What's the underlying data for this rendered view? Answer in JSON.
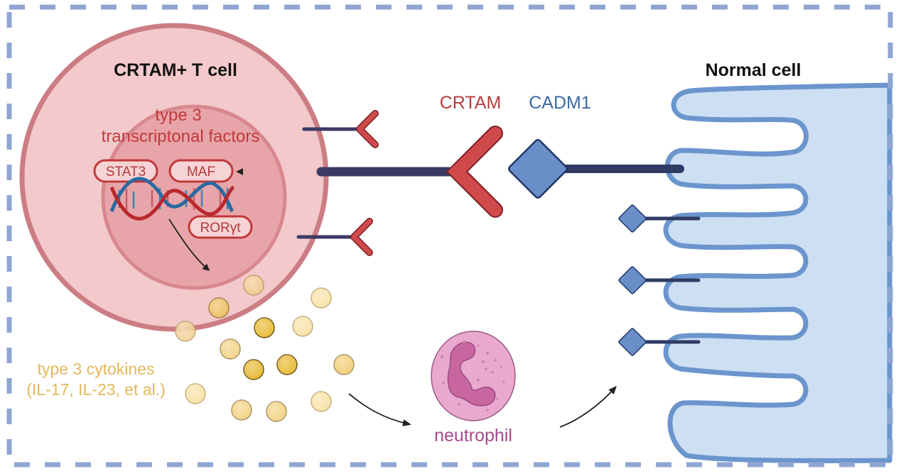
{
  "figure": {
    "t_cell": {
      "title": "CRTAM+ T cell",
      "nucleus_label_line1": "type 3",
      "nucleus_label_line2": "transcriptonal factors",
      "transcription_factors": [
        "STAT3",
        "MAF",
        "RORγt"
      ]
    },
    "receptors": {
      "crtam_label": "CRTAM",
      "cadm1_label": "CADM1"
    },
    "normal_cell": {
      "title": "Normal cell"
    },
    "cytokines": {
      "label_line1": "type 3 cytokines",
      "label_line2": "(IL-17, IL-23, et al.)"
    },
    "neutrophil": {
      "label": "neutrophil"
    },
    "colors": {
      "border_dash": "#8fa6d3",
      "t_cell_fill": "#f3c9cb",
      "t_cell_stroke": "#cc7d84",
      "nucleus_fill": "#e8a5a9",
      "crtam_red": "#d04a4b",
      "cadm1_blue": "#6a8ec8",
      "stem_navy": "#2f3b63",
      "normal_cell_fill": "#cddff2",
      "normal_cell_stroke": "#6b95cd",
      "cytokine_gold": "#e9bc3a",
      "neutrophil_pink": "#e9a9cf",
      "neutrophil_nucleus": "#c8679f"
    }
  }
}
